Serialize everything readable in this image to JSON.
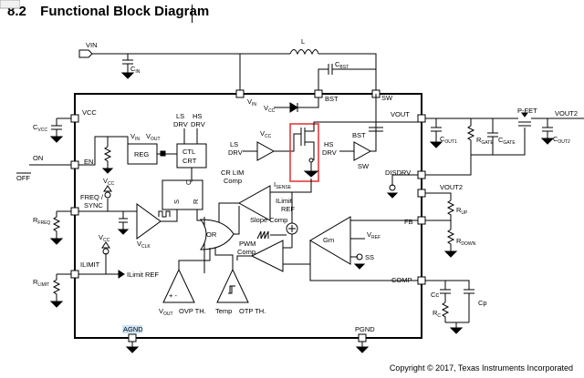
{
  "heading": {
    "number": "8.2",
    "title": "Functional Block Diagram"
  },
  "copyright": "Copyright © 2017, Texas Instruments Incorporated",
  "colors": {
    "ic_border": "#000000",
    "highlight_box": "#e03131",
    "agnd_highlight": "#cde3f5"
  },
  "pins": {
    "vin": "VIN",
    "vcc": "VCC",
    "en": "EN",
    "freq_sync": "FREQ /",
    "freq_sync2": "SYNC",
    "ilimit": "ILIMIT",
    "agnd": "AGND",
    "pgnd": "PGND",
    "bst": "BST",
    "sw": "SW",
    "vout": "VOUT",
    "disdrv": "DISDRV",
    "vout2": "VOUT2",
    "fb": "FB",
    "comp": "COMP"
  },
  "inputs": {
    "on": "ON",
    "off": "OFF"
  },
  "external": {
    "l": "L",
    "cin": "C",
    "cin_sub": "IN",
    "cbst": "C",
    "cbst_sub": "BST",
    "cvcc": "C",
    "cvcc_sub": "VCC",
    "rfreq": "R",
    "rfreq_sub": "FREQ",
    "rlimit": "R",
    "rlimit_sub": "LIMIT",
    "cout1": "C",
    "cout1_sub": "OUT1",
    "rgate": "R",
    "rgate_sub": "GATE",
    "cgate": "C",
    "cgate_sub": "GATE",
    "pfet": "P-FET",
    "cout2": "C",
    "cout2_sub": "OUT2",
    "vout2_top": "VOUT2",
    "rup": "R",
    "rup_sub": "UP",
    "rdown": "R",
    "rdown_sub": "DOWN",
    "cc": "Cc",
    "rc": "R",
    "rc_sub": "C",
    "cp": "Cp"
  },
  "internal": {
    "vin_node": "V",
    "vin_node_sub": "IN",
    "vcc_node": "V",
    "vcc_node_sub": "CC",
    "bst_node": "BST",
    "reg": "REG",
    "reg_vin": "V",
    "reg_vin_sub": "IN",
    "reg_vout": "V",
    "reg_vout_sub": "OUT",
    "ctl1": "CTL",
    "ctl2": "CRT",
    "ls_drv_top1": "LS",
    "ls_drv_top2": "DRV",
    "hs_drv_top1": "HS",
    "hs_drv_top2": "DRV",
    "ls1": "LS",
    "ls2": "DRV",
    "hs1": "HS",
    "hs2": "DRV",
    "drv_vcc": "V",
    "drv_vcc_sub": "CC",
    "bst_drv": "BST",
    "sw_drv": "SW",
    "s": "S",
    "r": "R",
    "q": "Q",
    "or": "OR",
    "crlim1": "CR LIM",
    "crlim2": "Comp",
    "isense": "I",
    "isense_sub": "SENSE",
    "ilimit_ref1": "ILimit",
    "ilimit_ref2": "REF",
    "slope": "Slope Comp",
    "pwm1": "PWM",
    "pwm2": "Comp",
    "gm": "Gm",
    "vref": "V",
    "vref_sub": "REF",
    "ss": "SS",
    "vclk": "V",
    "vclk_sub": "CLK",
    "vcc_en": "V",
    "vcc_en_sub": "CC",
    "vcc_ilim": "V",
    "vcc_ilim_sub": "CC",
    "ilimit_ref_label": "ILimit REF",
    "vout_th": "V",
    "vout_th_sub": "OUT",
    "ovp": "OVP TH.",
    "temp": "Temp",
    "otp": "OTP TH."
  }
}
